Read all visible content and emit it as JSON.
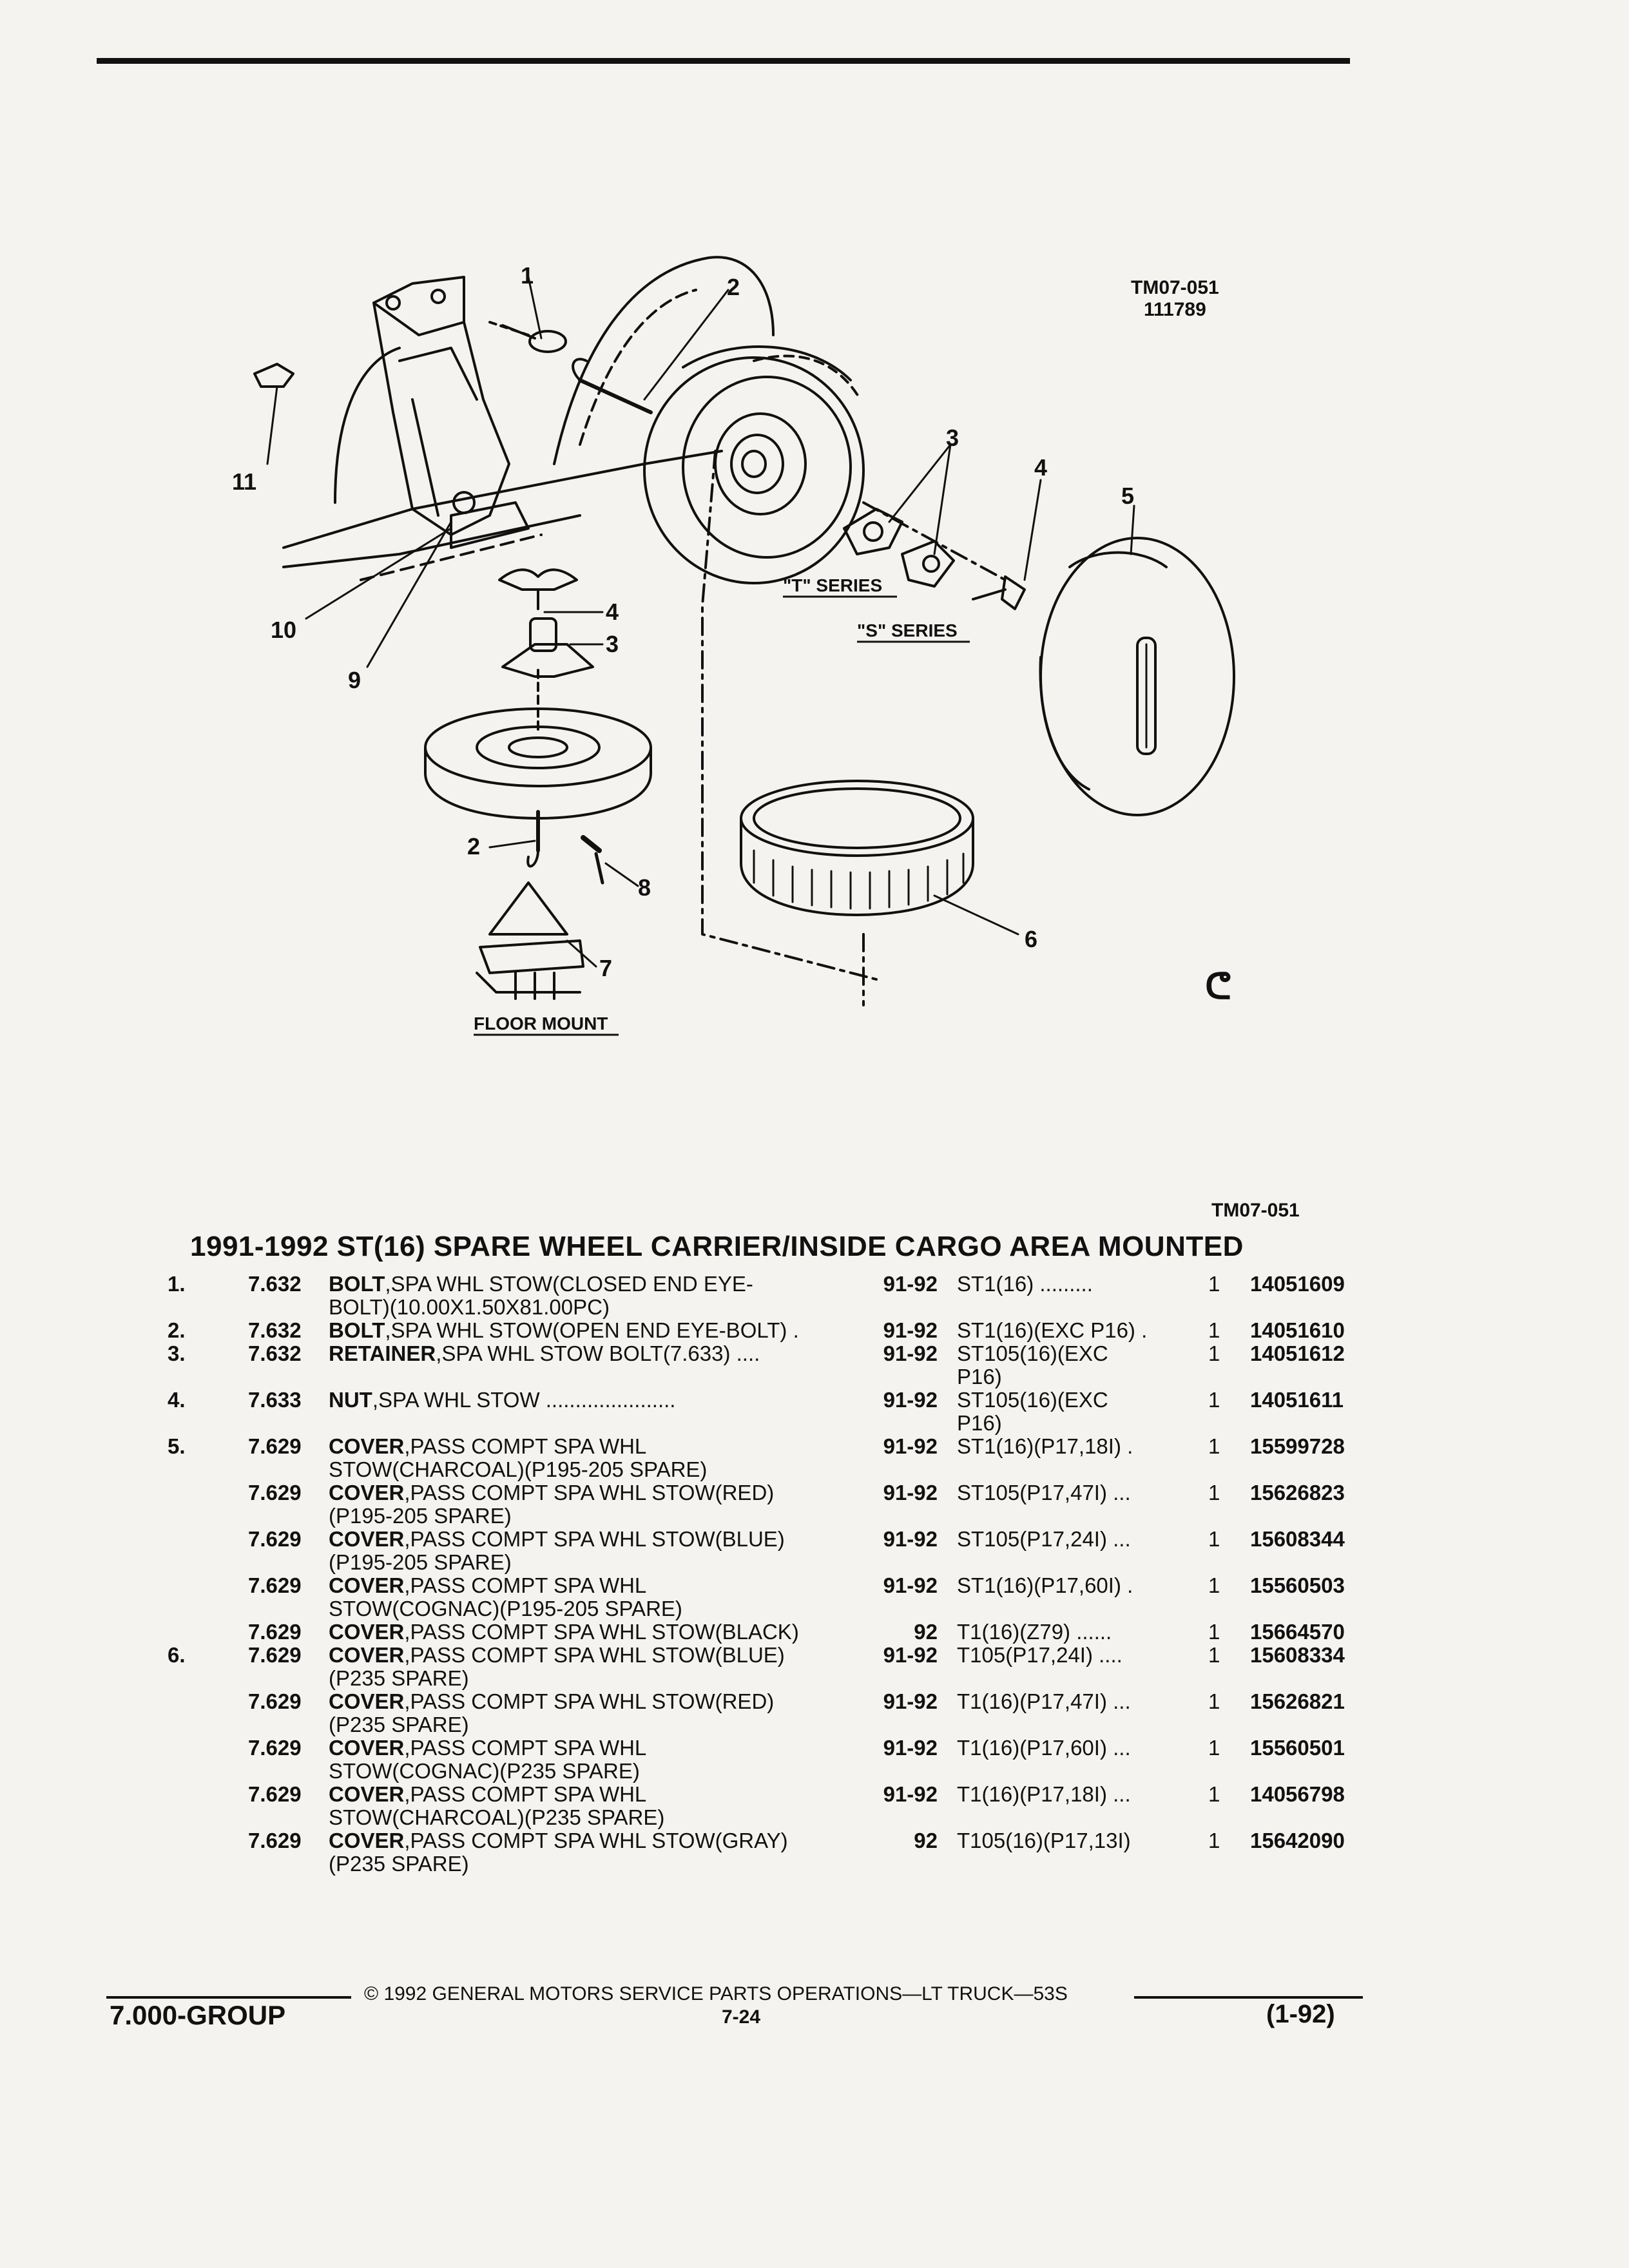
{
  "diagram": {
    "tm_code": "TM07-051",
    "tm_date": "111789",
    "callouts": [
      "1",
      "2",
      "3",
      "4",
      "5",
      "6",
      "7",
      "8",
      "9",
      "10",
      "11"
    ],
    "t_series_label": "\"T\" SERIES",
    "s_series_label": "\"S\" SERIES",
    "floor_mount_label": "FLOOR MOUNT",
    "bottom_tm_code": "TM07-051"
  },
  "header": {
    "title": "1991-1992 ST(16) SPARE WHEEL CARRIER/INSIDE CARGO AREA MOUNTED"
  },
  "parts": [
    {
      "ref": "1.",
      "grp": "7.632",
      "name": "BOLT",
      "desc": ",SPA WHL STOW(CLOSED END EYE-",
      "desc2": "BOLT)(10.00X1.50X81.00PC)",
      "years": "91-92",
      "series": "ST1(16)  .........",
      "series2": "",
      "qty": "1",
      "part": "14051609"
    },
    {
      "ref": "2.",
      "grp": "7.632",
      "name": "BOLT",
      "desc": ",SPA WHL STOW(OPEN END EYE-BOLT)  .",
      "desc2": "",
      "years": "91-92",
      "series": "ST1(16)(EXC P16) .",
      "series2": "",
      "qty": "1",
      "part": "14051610"
    },
    {
      "ref": "3.",
      "grp": "7.632",
      "name": "RETAINER",
      "desc": ",SPA WHL STOW BOLT(7.633)  ....",
      "desc2": "",
      "years": "91-92",
      "series": "ST105(16)(EXC",
      "series2": "P16)",
      "qty": "1",
      "part": "14051612"
    },
    {
      "ref": "4.",
      "grp": "7.633",
      "name": "NUT",
      "desc": ",SPA WHL STOW  ......................",
      "desc2": "",
      "years": "91-92",
      "series": "ST105(16)(EXC",
      "series2": "P16)",
      "qty": "1",
      "part": "14051611"
    },
    {
      "ref": "5.",
      "grp": "7.629",
      "name": "COVER",
      "desc": ",PASS COMPT SPA WHL",
      "desc2": "STOW(CHARCOAL)(P195-205 SPARE)",
      "years": "91-92",
      "series": "ST1(16)(P17,18I)  .",
      "series2": "",
      "qty": "1",
      "part": "15599728"
    },
    {
      "ref": "",
      "grp": "7.629",
      "name": "COVER",
      "desc": ",PASS COMPT SPA WHL STOW(RED)",
      "desc2": "(P195-205 SPARE)",
      "years": "91-92",
      "series": "ST105(P17,47I) ...",
      "series2": "",
      "qty": "1",
      "part": "15626823"
    },
    {
      "ref": "",
      "grp": "7.629",
      "name": "COVER",
      "desc": ",PASS COMPT SPA WHL STOW(BLUE)",
      "desc2": "(P195-205 SPARE)",
      "years": "91-92",
      "series": "ST105(P17,24I) ...",
      "series2": "",
      "qty": "1",
      "part": "15608344"
    },
    {
      "ref": "",
      "grp": "7.629",
      "name": "COVER",
      "desc": ",PASS COMPT SPA WHL",
      "desc2": "STOW(COGNAC)(P195-205 SPARE)",
      "years": "91-92",
      "series": "ST1(16)(P17,60I)  .",
      "series2": "",
      "qty": "1",
      "part": "15560503"
    },
    {
      "ref": "",
      "grp": "7.629",
      "name": "COVER",
      "desc": ",PASS COMPT SPA WHL STOW(BLACK)",
      "desc2": "",
      "years": "92",
      "series": "T1(16)(Z79)  ......",
      "series2": "",
      "qty": "1",
      "part": "15664570"
    },
    {
      "ref": "6.",
      "grp": "7.629",
      "name": "COVER",
      "desc": ",PASS COMPT SPA WHL STOW(BLUE)",
      "desc2": "(P235 SPARE)",
      "years": "91-92",
      "series": "T105(P17,24I)  ....",
      "series2": "",
      "qty": "1",
      "part": "15608334"
    },
    {
      "ref": "",
      "grp": "7.629",
      "name": "COVER",
      "desc": ",PASS COMPT SPA WHL STOW(RED)",
      "desc2": "(P235 SPARE)",
      "years": "91-92",
      "series": "T1(16)(P17,47I)  ...",
      "series2": "",
      "qty": "1",
      "part": "15626821"
    },
    {
      "ref": "",
      "grp": "7.629",
      "name": "COVER",
      "desc": ",PASS COMPT SPA WHL",
      "desc2": "STOW(COGNAC)(P235 SPARE)",
      "years": "91-92",
      "series": "T1(16)(P17,60I)  ...",
      "series2": "",
      "qty": "1",
      "part": "15560501"
    },
    {
      "ref": "",
      "grp": "7.629",
      "name": "COVER",
      "desc": ",PASS COMPT SPA WHL",
      "desc2": "STOW(CHARCOAL)(P235 SPARE)",
      "years": "91-92",
      "series": "T1(16)(P17,18I)  ...",
      "series2": "",
      "qty": "1",
      "part": "14056798"
    },
    {
      "ref": "",
      "grp": "7.629",
      "name": "COVER",
      "desc": ",PASS COMPT SPA WHL STOW(GRAY)",
      "desc2": "(P235 SPARE)",
      "years": "92",
      "series": "T105(16)(P17,13I)",
      "series2": "",
      "qty": "1",
      "part": "15642090"
    }
  ],
  "footer": {
    "copyright": "©  1992  GENERAL MOTORS SERVICE PARTS OPERATIONS—LT TRUCK—53S",
    "group": "7.000-GROUP",
    "page": "7-24",
    "date_code": "(1-92)"
  }
}
